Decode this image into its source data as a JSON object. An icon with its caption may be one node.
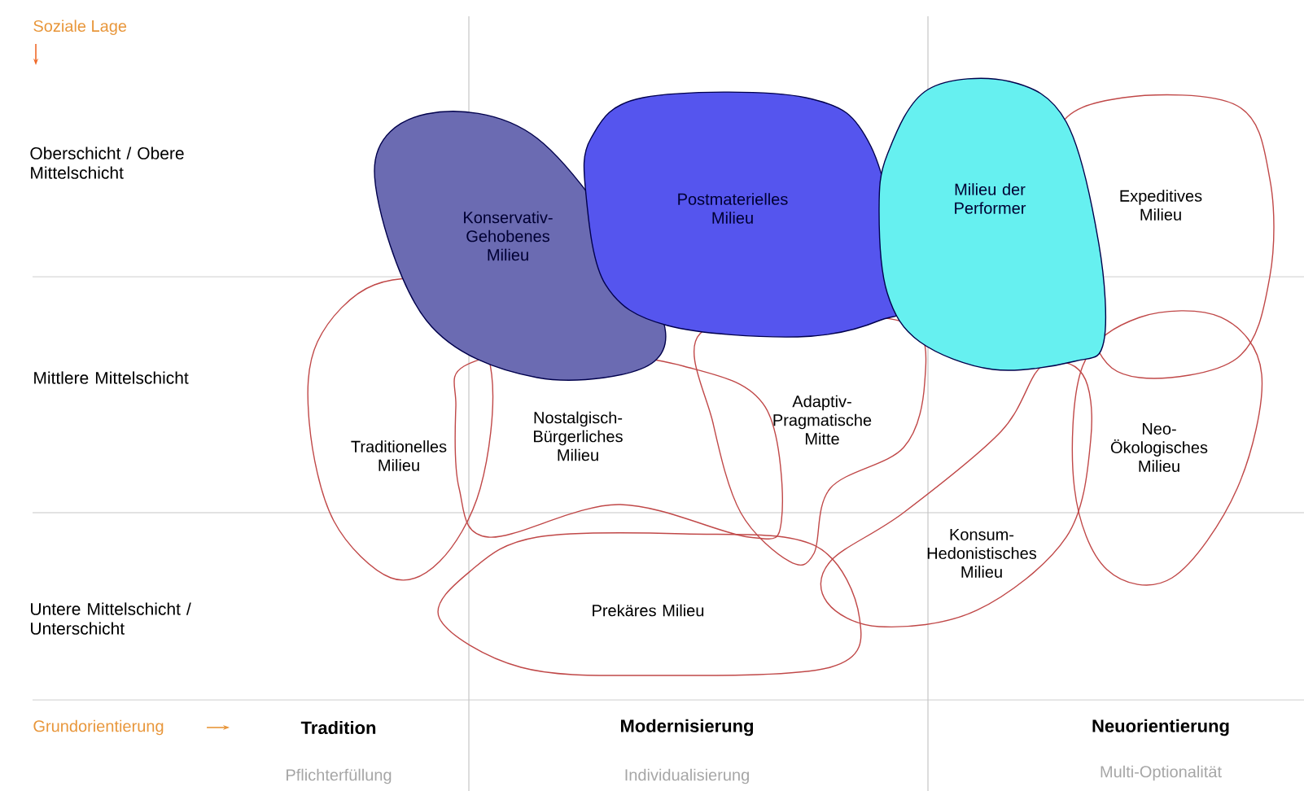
{
  "diagram": {
    "nodes": [
      {
        "text": [
          "Konservativ-Gehobenes Milieu"
        ]
      },
      {
        "text": [
          "Postmaterielles Milieu"
        ]
      },
      {
        "text": [
          "Milieu der Performer"
        ]
      },
      {
        "text": [
          "Expeditives Milieu"
        ]
      },
      {
        "text": [
          "Traditionelles Milieu"
        ]
      },
      {
        "text": [
          "Nostalgisch-Bürgerliches Milieu"
        ]
      },
      {
        "text": [
          "Adaptiv-Pragmatische Mitte"
        ]
      },
      {
        "text": [
          "Konsum-Hedonistisches Milieu"
        ]
      },
      {
        "text": [
          "Neo-Ökologisches Milieu"
        ]
      },
      {
        "text": [
          "Prekäres Milieu"
        ]
      }
    ],
    "labels": [
      "Soziale Lage",
      "Oberschicht / Obere Mittelschicht",
      "Mittlere Mittelschicht",
      "Untere Mittelschicht / Unterschicht",
      "Grundorientierung",
      "Tradition",
      "Modernisierung",
      "Neuorientierung",
      "Pflichterfüllung",
      "Individualisierung",
      "Multi-Optionalität"
    ]
  }
}
